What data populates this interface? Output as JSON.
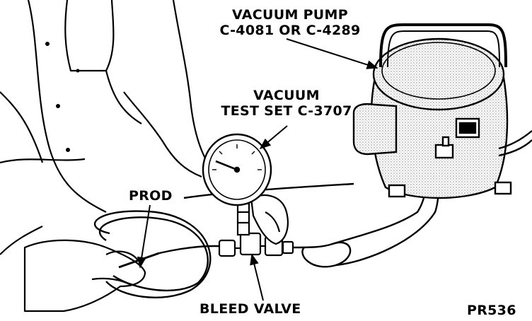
{
  "labels": {
    "vacuum_pump_line1": "VACUUM PUMP",
    "vacuum_pump_line2": "C-4081 OR C-4289",
    "test_set_line1": "VACUUM",
    "test_set_line2": "TEST SET C-3707",
    "prod": "PROD",
    "bleed_valve": "BLEED VALVE",
    "figure_code": "PR536"
  },
  "colors": {
    "ink": "#000000",
    "paper": "#ffffff",
    "stipple": "#9a9a9a"
  }
}
